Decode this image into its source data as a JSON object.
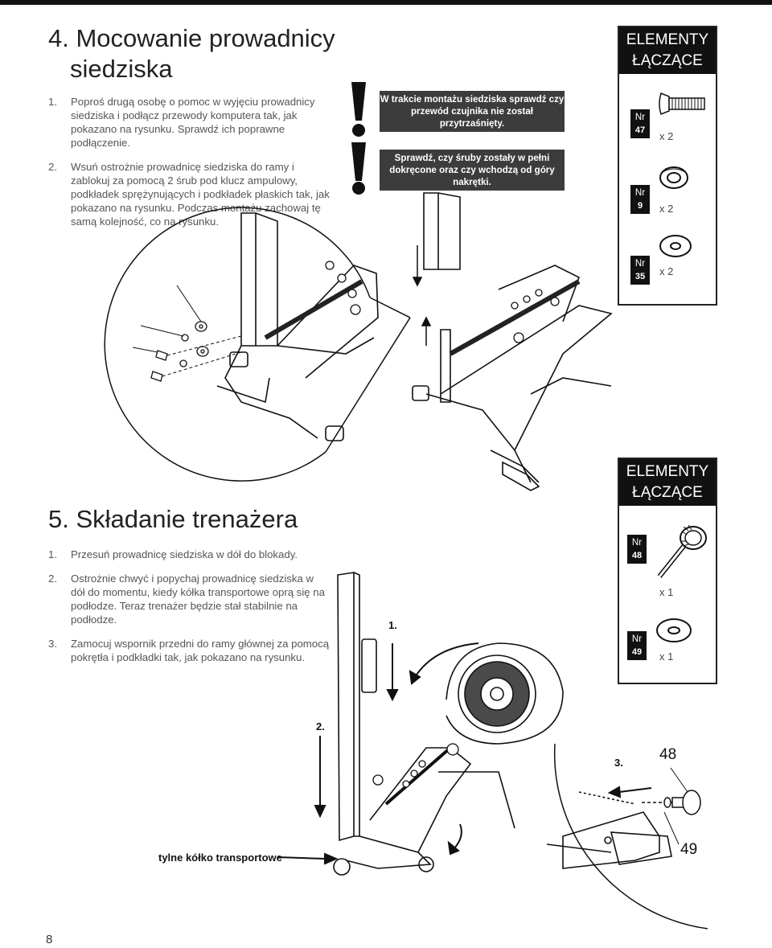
{
  "section4": {
    "title_line1": "4. Mocowanie prowadnicy",
    "title_line2": "siedziska",
    "steps": [
      {
        "num": "1.",
        "text": "Poproś drugą osobę o pomoc w wyjęciu prowadnicy siedziska i podłącz przewody komputera tak, jak pokazano na rysunku. Sprawdź ich poprawne podłączenie."
      },
      {
        "num": "2.",
        "text": "Wsuń ostrożnie prowadnicę siedziska do ramy i zablokuj za pomocą 2 śrub pod klucz ampulowy, podkładek sprężynujących i podkładek płaskich tak, jak pokazano na rysunku. Podczas montażu zachowaj tę samą kolejność, co na rysunku."
      }
    ],
    "warnings": [
      "W trakcie montażu siedziska sprawdź czy przewód czujnika nie został przytrzaśnięty.",
      "Sprawdź, czy śruby zostały w pełni dokręcone oraz czy wchodzą od góry nakrętki."
    ],
    "panel": {
      "title_line1": "ELEMENTY",
      "title_line2": "ŁĄCZĄCE",
      "parts": [
        {
          "nr_label": "Nr",
          "nr": "47",
          "qty": "x 2"
        },
        {
          "nr_label": "Nr",
          "nr": "9",
          "qty": "x 2"
        },
        {
          "nr_label": "Nr",
          "nr": "35",
          "qty": "x 2"
        }
      ]
    }
  },
  "section5": {
    "title": "5. Składanie trenażera",
    "steps": [
      {
        "num": "1.",
        "text": "Przesuń prowadnicę siedziska w dół do blokady."
      },
      {
        "num": "2.",
        "text": "Ostrożnie chwyć i popychaj prowadnicę siedziska w dół do momentu, kiedy kółka transportowe oprą się na podłodze. Teraz trenażer będzie stał stabilnie na podłodze."
      },
      {
        "num": "3.",
        "text": "Zamocuj wspornik przedni do ramy głównej za pomocą pokrętła i podkładki tak, jak pokazano na rysunku."
      }
    ],
    "panel": {
      "title_line1": "ELEMENTY",
      "title_line2": "ŁĄCZĄCE",
      "parts": [
        {
          "nr_label": "Nr",
          "nr": "48",
          "qty": "x 1"
        },
        {
          "nr_label": "Nr",
          "nr": "49",
          "qty": "x 1"
        }
      ]
    },
    "diagram_labels": {
      "step1": "1.",
      "step2": "2.",
      "step3": "3.",
      "wheel_label": "tylne kółko transportowe",
      "part48": "48",
      "part49": "49"
    }
  },
  "page_number": "8"
}
